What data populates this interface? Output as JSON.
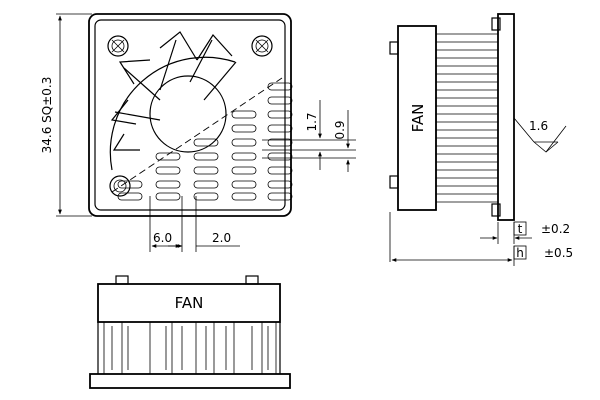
{
  "dimensions": {
    "overall_size": "34.6 SQ±0.3",
    "slot_pitch": "6.0",
    "slot_width": "2.0",
    "rib_height": "1.7",
    "slot_gap": "0.9",
    "surface_callout": "1.6"
  },
  "labels": {
    "side_label": "FAN",
    "bottom_label": "FAN"
  },
  "tolerances": {
    "t_symbol": "t",
    "t_value": "±0.2",
    "h_symbol": "h",
    "h_value": "±0.5"
  }
}
